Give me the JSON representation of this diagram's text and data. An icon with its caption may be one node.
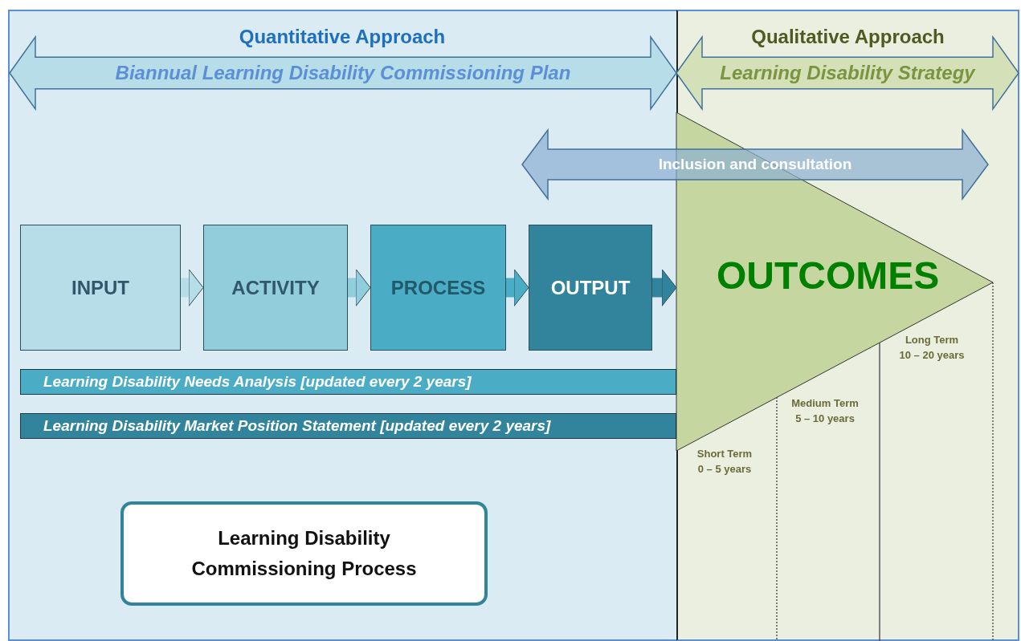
{
  "diagram": {
    "nodes": [
      {
        "text": [
          "Quantitative Approach"
        ]
      },
      {
        "text": [
          "Qualitative Approach"
        ]
      },
      {
        "text": [
          "Biannual Learning Disability Commissioning Plan"
        ],
        "in": 0
      },
      {
        "text": [
          "Learning Disability Strategy"
        ],
        "in": 1
      },
      {
        "text": [
          "Inclusion and consultation"
        ]
      },
      {
        "text": [
          "INPUT"
        ],
        "in": 0
      },
      {
        "text": [
          "ACTIVITY"
        ],
        "in": 0
      },
      {
        "text": [
          "PROCESS"
        ],
        "in": 0
      },
      {
        "text": [
          "OUTPUT"
        ],
        "in": 0
      },
      {
        "text": [
          "OUTCOMES"
        ],
        "in": 1
      },
      {
        "text": [
          "Learning Disability Needs Analysis [updated every 2 years]"
        ],
        "in": 0
      },
      {
        "text": [
          "Learning Disability Market Position Statement [updated every 2 years]"
        ],
        "in": 0
      },
      {
        "text": [
          "Learning Disability Commissioning Process"
        ],
        "in": 0
      }
    ],
    "edges": [
      {
        "from": 5,
        "to": 6,
        "arrow": "to",
        "color": "#b7dde8"
      },
      {
        "from": 6,
        "to": 7,
        "arrow": "to",
        "color": "#92cddc"
      },
      {
        "from": 7,
        "to": 8,
        "arrow": "to",
        "color": "#4bacc6"
      },
      {
        "from": 8,
        "to": 9,
        "arrow": "to",
        "color": "#31849b"
      }
    ],
    "labels": [
      "Long Term 10 – 20 years",
      "Medium Term 5 – 10 years",
      "Short Term 0 – 5 years"
    ]
  }
}
